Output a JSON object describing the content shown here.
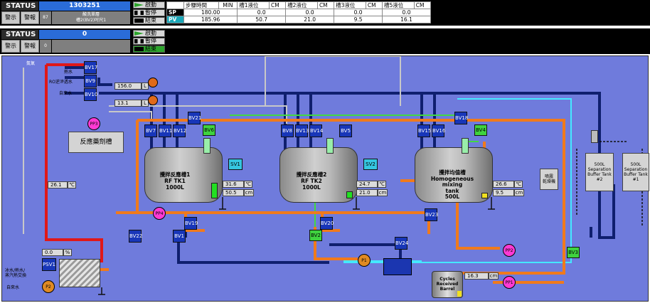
{
  "panel1": {
    "status_label": "STATUS",
    "status_value": "1303251",
    "alarm_btn": "警示",
    "alarm_log_btn": "警報",
    "count": "87",
    "message_line1": "酸洗單層",
    "message_line2": "槽2(BV2)吋尺1",
    "start": "啟動",
    "pause": "暫停",
    "end": "結束",
    "headers": [
      "步驟時間",
      "MIN",
      "槽1液位",
      "CM",
      "槽2液位",
      "CM",
      "槽3液位",
      "CM",
      "槽5液位",
      "CM"
    ],
    "sp_label": "SP",
    "pv_label": "PV",
    "sp_values": [
      "180.00",
      "0.0",
      "0.0",
      "0.0",
      "0.0"
    ],
    "pv_values": [
      "185.96",
      "50.7",
      "21.0",
      "9.5",
      "16.1"
    ]
  },
  "panel2": {
    "status_label": "STATUS",
    "status_value": "0",
    "alarm_btn": "警示",
    "alarm_log_btn": "警報",
    "count": "0",
    "start": "啟動",
    "pause": "暫停",
    "end": "結束"
  },
  "plant": {
    "nitrogen": "氮氣",
    "hot_water": "熱水",
    "ro_water": "RO逆滲透水",
    "tap_water": "自來水",
    "tap_water2": "自來水",
    "flow1_value": "156.0",
    "flow1_unit": "L",
    "flow2_value": "13.1",
    "flow2_unit": "L",
    "reagent_tank": "反應藥劑槽",
    "temp_left_value": "26.1",
    "temp_unit": "℃",
    "psv_value": "0.0",
    "psv_unit": "%",
    "hx_label": "冰水/熱水/\n蒸汽熱交換",
    "valves": {
      "BV17": "BV17",
      "BV9": "BV9",
      "BV10": "BV10",
      "BV21": "BV21",
      "BV7": "BV7",
      "BV11": "BV11",
      "BV12": "BV12",
      "BV6": "BV6",
      "BV8": "BV8",
      "BV13": "BV13",
      "BV14": "BV14",
      "BV5": "BV5",
      "BV18": "BV18",
      "BV15": "BV15",
      "BV16": "BV16",
      "BV4": "BV4",
      "SV1": "SV1",
      "SV2": "SV2",
      "BV19": "BV19",
      "BV22": "BV22",
      "BV1": "BV1",
      "BV2": "BV2",
      "BV20": "BV20",
      "BV23": "BV23",
      "BV24": "BV24",
      "BV3": "BV3",
      "PSV1": "PSV1"
    },
    "pumps": {
      "PP3": "PP3",
      "PP4": "PP4",
      "PP2": "PP2",
      "PP1": "PP1",
      "P1": "P1",
      "P2": "P2"
    },
    "tank1": {
      "title1": "攪拌反應槽1",
      "title2": "RF TK1",
      "title3": "1000L",
      "temp": "31.6",
      "level": "50.5",
      "level_unit": "cm"
    },
    "tank2": {
      "title1": "攪拌反應槽2",
      "title2": "RF TK2",
      "title3": "1000L",
      "temp": "24.7",
      "level": "21.0",
      "level_unit": "cm"
    },
    "tank3": {
      "title1": "攪拌均值槽",
      "title2": "Homogeneous",
      "title3": "mixing",
      "title4": "tank",
      "title5": "500L",
      "temp": "26.6",
      "level": "9.5",
      "level_unit": "cm"
    },
    "spray_dryer": "噴霧\n乾燥機",
    "sep2": "500L\nSeparation\nBuffer Tank\n#2",
    "sep1": "500L\nSeparation\nBuffer Tank\n#1",
    "barrel_value": "16.3",
    "barrel_unit": "cm",
    "barrel_label": "Cycles\nReceived\nBarrel"
  }
}
